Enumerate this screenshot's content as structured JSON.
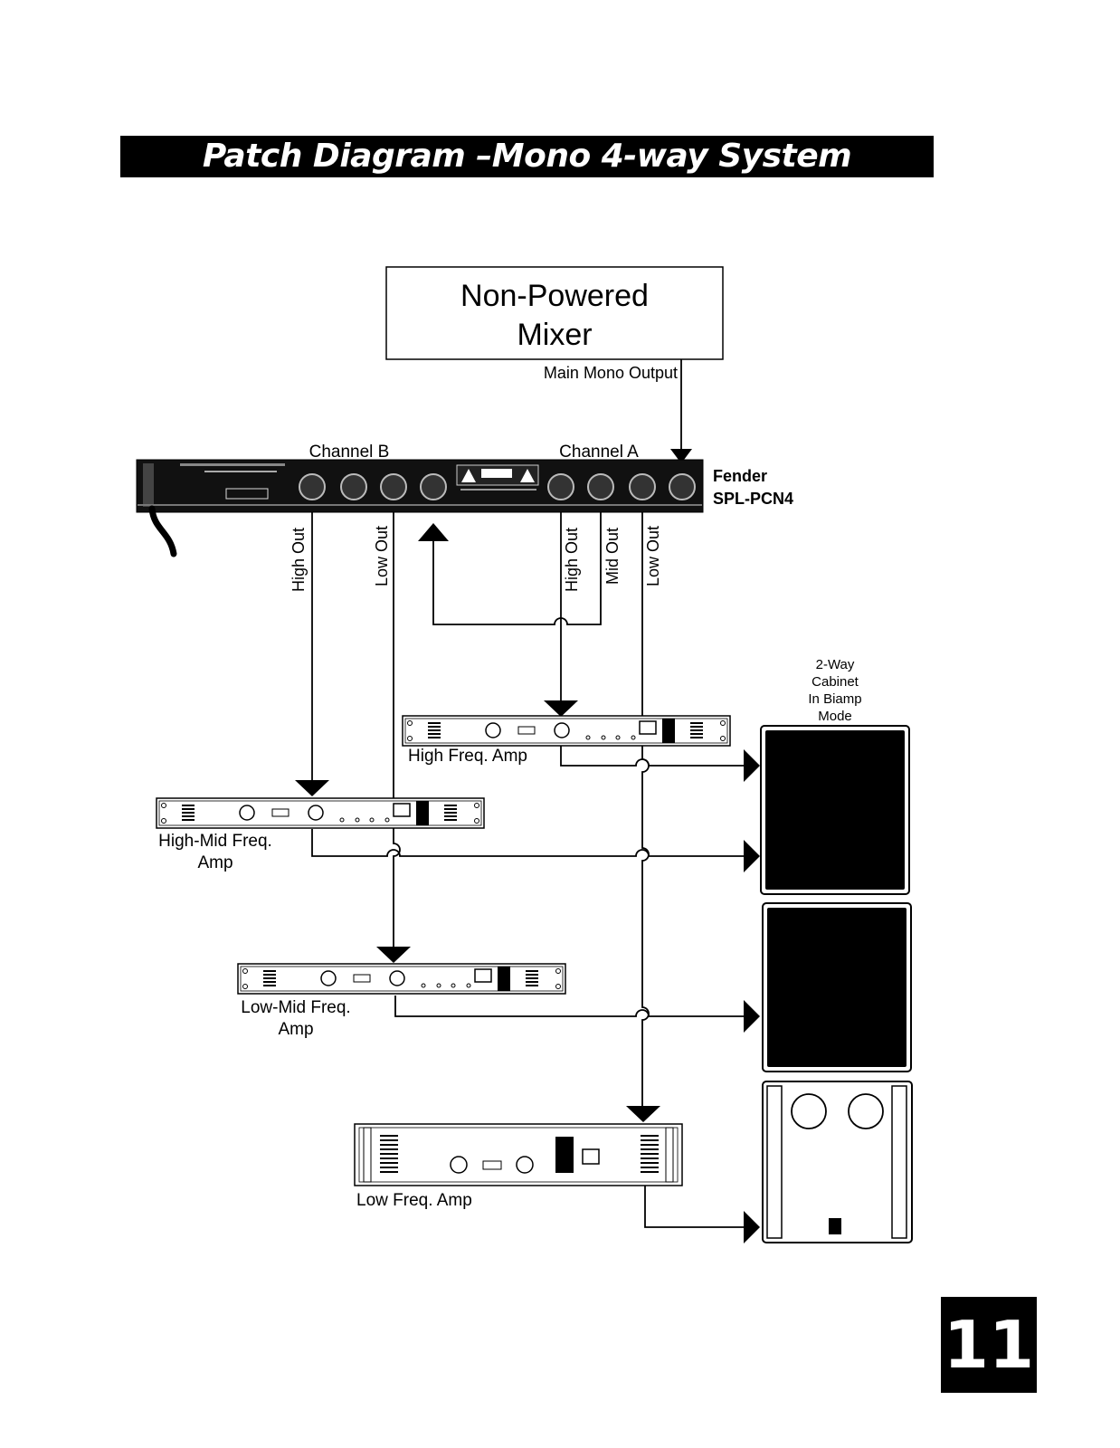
{
  "page": {
    "title": "Patch Diagram –Mono 4-way System",
    "page_number": "11"
  },
  "mixer": {
    "line1": "Non-Powered",
    "line2": "Mixer",
    "output_label": "Main Mono Output"
  },
  "crossover": {
    "brand": "Fender",
    "model": "SPL-PCN4",
    "channel_b_label": "Channel B",
    "channel_a_label": "Channel A",
    "outputs": {
      "b_high": "High Out",
      "b_low": "Low Out",
      "a_high": "High Out",
      "a_mid": "Mid Out",
      "a_low": "Low Out"
    }
  },
  "amps": {
    "high": "High Freq. Amp",
    "high_mid_line1": "High-Mid Freq.",
    "high_mid_line2": "Amp",
    "low_mid_line1": "Low-Mid Freq.",
    "low_mid_line2": "Amp",
    "low": "Low Freq. Amp"
  },
  "cabinet": {
    "line1": "2-Way",
    "line2": "Cabinet",
    "line3": "In Biamp",
    "line4": "Mode"
  }
}
